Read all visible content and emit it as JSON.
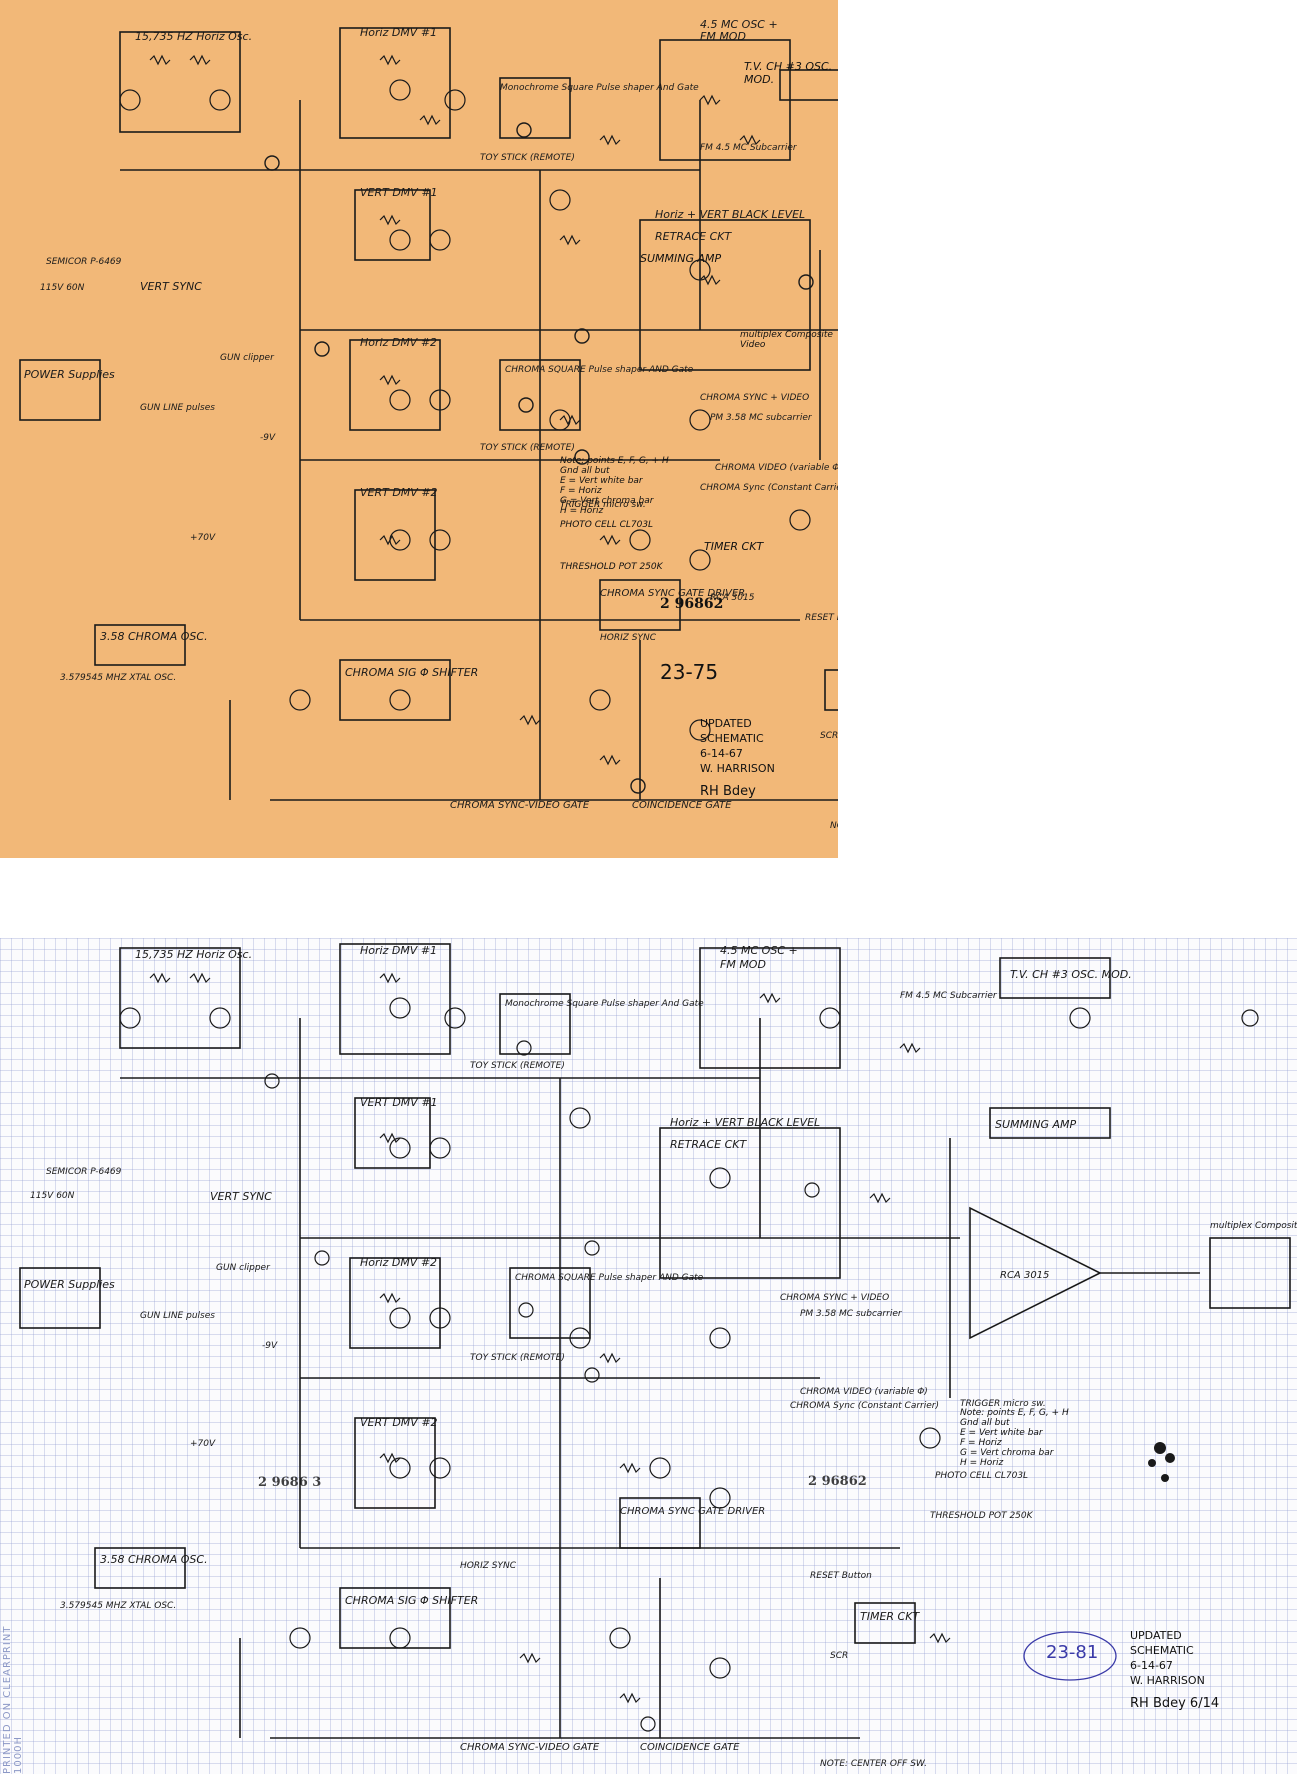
{
  "labels": {
    "horiz_osc": "15,735 HZ Horiz Osc.",
    "horiz_dmv1": "Horiz DMV #1",
    "monochrome_square": "Monochrome Square Pulse shaper And Gate",
    "fm_osc": "4.5 MC OSC +",
    "fm_mod": "FM MOD",
    "tv_ch3": "T.V. CH #3 OSC. MOD.",
    "vert_sync": "VERT SYNC",
    "vert_dmv1": "VERT DMV #1",
    "horiz_vert_black": "Horiz + VERT BLACK LEVEL",
    "retrace": "RETRACE CKT",
    "summing_amp": "SUMMING AMP",
    "power_supplies": "POWER Supplies",
    "horiz_dmv2": "Horiz DMV #2",
    "chroma_square": "CHROMA SQUARE Pulse shaper AND Gate",
    "vert_dmv2": "VERT DMV #2",
    "chroma_osc": "3.58 CHROMA OSC.",
    "chroma_shifter": "CHROMA SIG Φ SHIFTER",
    "chroma_sync_gate_driver": "CHROMA SYNC GATE DRIVER",
    "timer": "TIMER CKT",
    "coincidence": "COINCIDENCE GATE",
    "chroma_sync_video_gate": "CHROMA SYNC-VIDEO GATE",
    "rca": "RCA 3015",
    "semicor": "SEMICOR P-6469",
    "gun_clipper": "GUN clipper",
    "gun_line_pulses": "GUN LINE pulses",
    "toy_stick_1": "TOY STICK (REMOTE)",
    "toy_stick_2": "TOY STICK (REMOTE)",
    "multiplex": "multiplex Composite Video",
    "pm_subcarrier": "PM 3.58 MC subcarrier",
    "fm_subcarrier": "FM 4.5 MC Subcarrier",
    "chroma_video": "CHROMA VIDEO (variable Φ)",
    "chroma_sync": "CHROMA Sync (Constant Carrier)",
    "chroma_sync_video": "CHROMA SYNC + VIDEO",
    "horiz_sync": "HORIZ SYNC",
    "trigger": "TRIGGER micro sw.",
    "photo_cell": "PHOTO CELL CL703L",
    "threshold": "THRESHOLD POT 250K",
    "reset": "RESET Button",
    "scr": "SCR",
    "center_off": "NOTE: CENTER OFF SW.",
    "xtal": "3.579545 MHZ XTAL OSC.",
    "ac_in": "115V 60N",
    "supply_plus": "+70V",
    "supply_minus": "-9V"
  },
  "notes": {
    "title": "Note: points E, F, G, + H",
    "subtitle": "Gnd all but",
    "e": "E = Vert white bar",
    "f": "F = Horiz",
    "g": "G = Vert chroma bar",
    "h": "H = Horiz"
  },
  "top_sheet": {
    "stamp": "2 96862",
    "pencil": "23-75",
    "footer": {
      "line1": "UPDATED",
      "line2": "SCHEMATIC",
      "line3": "6-14-67",
      "line4": "W. HARRISON",
      "signature": "RH Bdey"
    }
  },
  "bottom_sheet": {
    "stamp_left": "2 9686 3",
    "stamp_right": "2 96862",
    "circled_pencil": "23-81",
    "margin_text": "PRINTED ON CLEARPRINT 1000H",
    "footer": {
      "line1": "UPDATED",
      "line2": "SCHEMATIC",
      "line3": "6-14-67",
      "line4": "W. HARRISON",
      "signature": "RH Bdey 6/14"
    }
  },
  "colors": {
    "top_paper": "#f2b878",
    "bottom_paper": "#fbfbfd",
    "ink": "#1a1a1a",
    "grid": "#96a0d2",
    "pencil_blue": "#3a3aa8"
  }
}
